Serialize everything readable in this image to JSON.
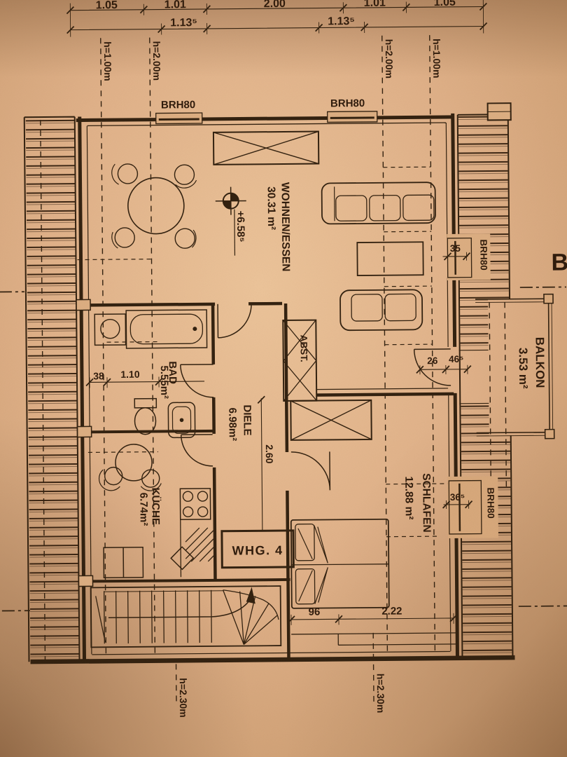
{
  "colors": {
    "paper": "#e0b287",
    "ink": "#2e1a0b"
  },
  "top_dimensions": {
    "row1": [
      "1.05",
      "1.01",
      "2.00",
      "1.01",
      "1.05"
    ],
    "row2": [
      "1.13⁵",
      "1.13⁵"
    ]
  },
  "height_labels": {
    "top_left_outer": "h=1.00m",
    "top_left_inner": "h=2.00m",
    "top_right_inner": "h=2.00m",
    "top_right_outer": "h=1.00m",
    "bottom_left": "h=2.30m",
    "bottom_right": "h=2.30m"
  },
  "window_labels": {
    "top_left": "BRH80",
    "top_right": "BRH80",
    "right_upper": "BRH80",
    "right_lower": "BRH80"
  },
  "section_marker": "B",
  "level_annotation": "+6.58⁵",
  "apartment_label": "WHG. 4",
  "rooms": {
    "living": {
      "name": "WOHNEN/ESSEN",
      "area": "30.31 m²"
    },
    "bath": {
      "name": "BAD",
      "area": "5.55m²"
    },
    "hall": {
      "name": "DIELE",
      "area": "6.98m²"
    },
    "kitchen": {
      "name": "KÜCHE",
      "area": "6.74m²"
    },
    "bedroom": {
      "name": "SCHLAFEN",
      "area": "12.88 m²"
    },
    "balcony": {
      "name": "BALKON",
      "area": "3.53 m²"
    },
    "storage": {
      "name": "ABST."
    }
  },
  "dimensions": {
    "bath_a": "38",
    "bath_b": "1.10",
    "hall_depth": "2.60",
    "right_window_upper": "35",
    "bedroom_door_a": "26",
    "bedroom_door_b": "46⁵",
    "bed_width": "96",
    "bed_length": "2.22",
    "right_window_lower": "36⁵"
  }
}
